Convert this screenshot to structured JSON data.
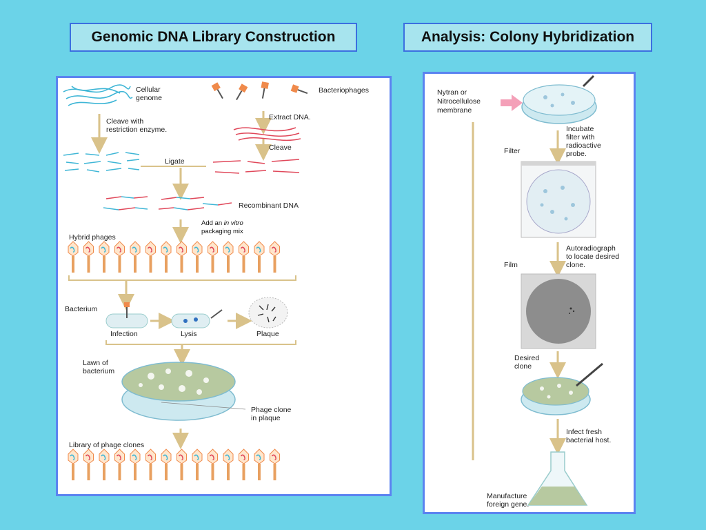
{
  "titles": {
    "left": "Genomic DNA Library Construction",
    "right": "Analysis: Colony Hybridization"
  },
  "left_panel": {
    "cellular_genome": [
      "Cellular",
      "genome"
    ],
    "bacteriophages": "Bacteriophages",
    "cleave_with": [
      "Cleave with",
      "restriction enzyme."
    ],
    "extract_dna": "Extract DNA.",
    "cleave": "Cleave",
    "ligate": "Ligate",
    "recombinant_dna": "Recombinant DNA",
    "add_note": {
      "prefix": "Add an ",
      "italic": "in vitro",
      "line2": "packaging mix"
    },
    "hybrid_phages": "Hybrid phages",
    "bacterium": "Bacterium",
    "infection": "Infection",
    "lysis": "Lysis",
    "plaque": "Plaque",
    "lawn": [
      "Lawn of",
      "bacterium"
    ],
    "phage_clone": [
      "Phage clone",
      "in plaque"
    ],
    "library": "Library of phage clones"
  },
  "right_panel": {
    "membrane": [
      "Nytran or",
      "Nitrocellulose",
      "membrane"
    ],
    "incubate": [
      "Incubate",
      "filter with",
      "radioactive",
      "probe."
    ],
    "filter": "Filter",
    "autoradiograph": [
      "Autoradiograph",
      "to locate desired",
      "clone."
    ],
    "film": "Film",
    "desired_clone": [
      "Desired",
      "clone"
    ],
    "infect": [
      "Infect fresh",
      "bacterial host."
    ],
    "manufacture": [
      "Manufacture",
      "foreign gene."
    ]
  },
  "colors": {
    "background": "#6bd3e8",
    "title_fill": "#a7e4ee",
    "border": "#5b83f0",
    "dna_blue": "#3fb6d6",
    "dna_red": "#e0485a",
    "arrow": "#d9c28a",
    "pink_arrow": "#f4a0b8"
  }
}
